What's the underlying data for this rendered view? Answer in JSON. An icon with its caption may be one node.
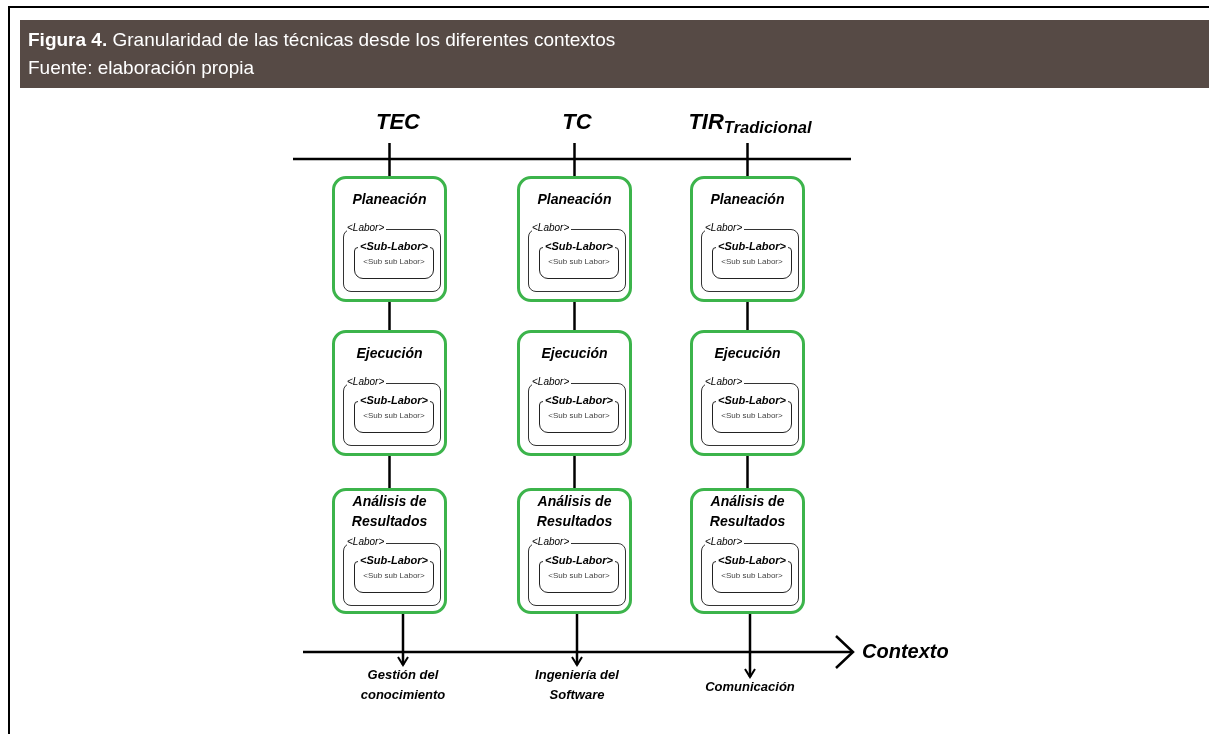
{
  "diagram": {
    "title": "**Figura 4.** Granularidad de las técnicas desde los diferentes contextos",
    "caption": "Fuente: elaboración propia",
    "nodes": [
      {
        "text": [
          "TEC"
        ]
      },
      {
        "text": [
          "TC"
        ]
      },
      {
        "text": [
          "TIR$_{Tradicional}$"
        ]
      },
      {
        "text": [
          "Planeación"
        ]
      },
      {
        "text": [
          "<Labor>"
        ],
        "in": 3
      },
      {
        "text": [
          "<Sub-Labor>",
          "<Sub sub Labor>"
        ],
        "in": 4
      },
      {
        "text": [
          "Planeación"
        ]
      },
      {
        "text": [
          "<Labor>"
        ],
        "in": 6
      },
      {
        "text": [
          "<Sub-Labor>",
          "<Sub sub Labor>"
        ],
        "in": 7
      },
      {
        "text": [
          "Planeación"
        ]
      },
      {
        "text": [
          "<Labor>"
        ],
        "in": 9
      },
      {
        "text": [
          "<Sub-Labor>",
          "<Sub sub Labor>"
        ],
        "in": 10
      },
      {
        "text": [
          "Ejecución"
        ]
      },
      {
        "text": [
          "<Labor>"
        ],
        "in": 12
      },
      {
        "text": [
          "<Sub-Labor>",
          "<Sub sub Labor>"
        ],
        "in": 13
      },
      {
        "text": [
          "Ejecución"
        ]
      },
      {
        "text": [
          "<Labor>"
        ],
        "in": 15
      },
      {
        "text": [
          "<Sub-Labor>",
          "<Sub sub Labor>"
        ],
        "in": 16
      },
      {
        "text": [
          "Ejecución"
        ]
      },
      {
        "text": [
          "<Labor>"
        ],
        "in": 18
      },
      {
        "text": [
          "<Sub-Labor>",
          "<Sub sub Labor>"
        ],
        "in": 19
      },
      {
        "text": [
          "Análisis de Resultados"
        ]
      },
      {
        "text": [
          "<Labor>"
        ],
        "in": 21
      },
      {
        "text": [
          "<Sub-Labor>",
          "<Sub sub Labor>"
        ],
        "in": 22
      },
      {
        "text": [
          "Análisis de Resultados"
        ]
      },
      {
        "text": [
          "<Labor>"
        ],
        "in": 24
      },
      {
        "text": [
          "<Sub-Labor>",
          "<Sub sub Labor>"
        ],
        "in": 25
      },
      {
        "text": [
          "Análisis de Resultados"
        ]
      },
      {
        "text": [
          "<Labor>"
        ],
        "in": 27
      },
      {
        "text": [
          "<Sub-Labor>",
          "<Sub sub Labor>"
        ],
        "in": 28
      },
      {
        "text": [
          "Gestión del conocimiento"
        ]
      },
      {
        "text": [
          "Ingeniería del Software"
        ]
      },
      {
        "text": [
          "Comunicación"
        ]
      }
    ],
    "edges": [
      {
        "from": 0,
        "to": 3,
        "arrow": "none"
      },
      {
        "from": 1,
        "to": 6,
        "arrow": "none"
      },
      {
        "from": 2,
        "to": 9,
        "arrow": "none"
      },
      {
        "from": 3,
        "to": 12,
        "arrow": "none"
      },
      {
        "from": 6,
        "to": 15,
        "arrow": "none"
      },
      {
        "from": 9,
        "to": 18,
        "arrow": "none"
      },
      {
        "from": 12,
        "to": 21,
        "arrow": "none"
      },
      {
        "from": 15,
        "to": 24,
        "arrow": "none"
      },
      {
        "from": 18,
        "to": 27,
        "arrow": "none"
      },
      {
        "from": 21,
        "to": 30,
        "arrow": "to"
      },
      {
        "from": 24,
        "to": 31,
        "arrow": "to"
      },
      {
        "from": 27,
        "to": 32,
        "arrow": "to"
      }
    ],
    "labels": [
      "Contexto"
    ]
  }
}
